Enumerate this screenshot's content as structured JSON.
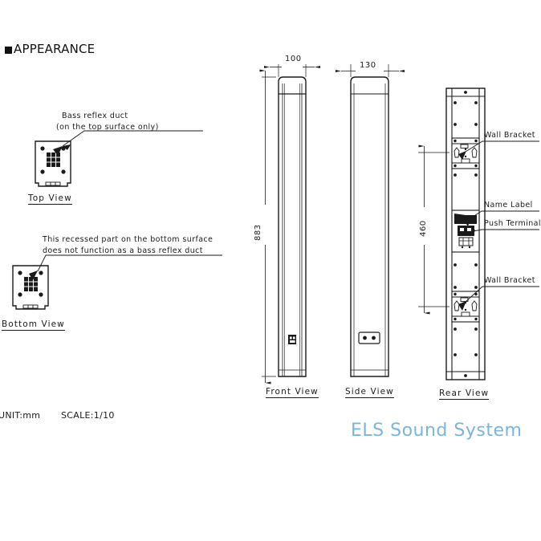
{
  "page": {
    "heading": "APPEARANCE",
    "unit_text": "UNIT:mm",
    "scale_text": "SCALE:1/10",
    "watermark": "ELS Sound System",
    "watermark_color": "#7ab4e0",
    "line_color": "#1a1a1a"
  },
  "top_view": {
    "label": "Top View",
    "note_line1": "Bass reflex duct",
    "note_line2": "(on the top surface only)"
  },
  "bottom_view": {
    "label": "Bottom View",
    "note_line1": "This recessed part on the bottom surface",
    "note_line2": "does not function as a bass reflex duct"
  },
  "front_view": {
    "label": "Front View",
    "width_dim": "100",
    "height_dim": "883"
  },
  "side_view": {
    "label": "Side View",
    "depth_dim": "130"
  },
  "rear_view": {
    "label": "Rear View",
    "spacing_dim": "460",
    "callouts": [
      {
        "text": "Wall Bracket"
      },
      {
        "text": "Name Label"
      },
      {
        "text": "Push Terminal"
      },
      {
        "text": "Wall Bracket"
      }
    ]
  }
}
